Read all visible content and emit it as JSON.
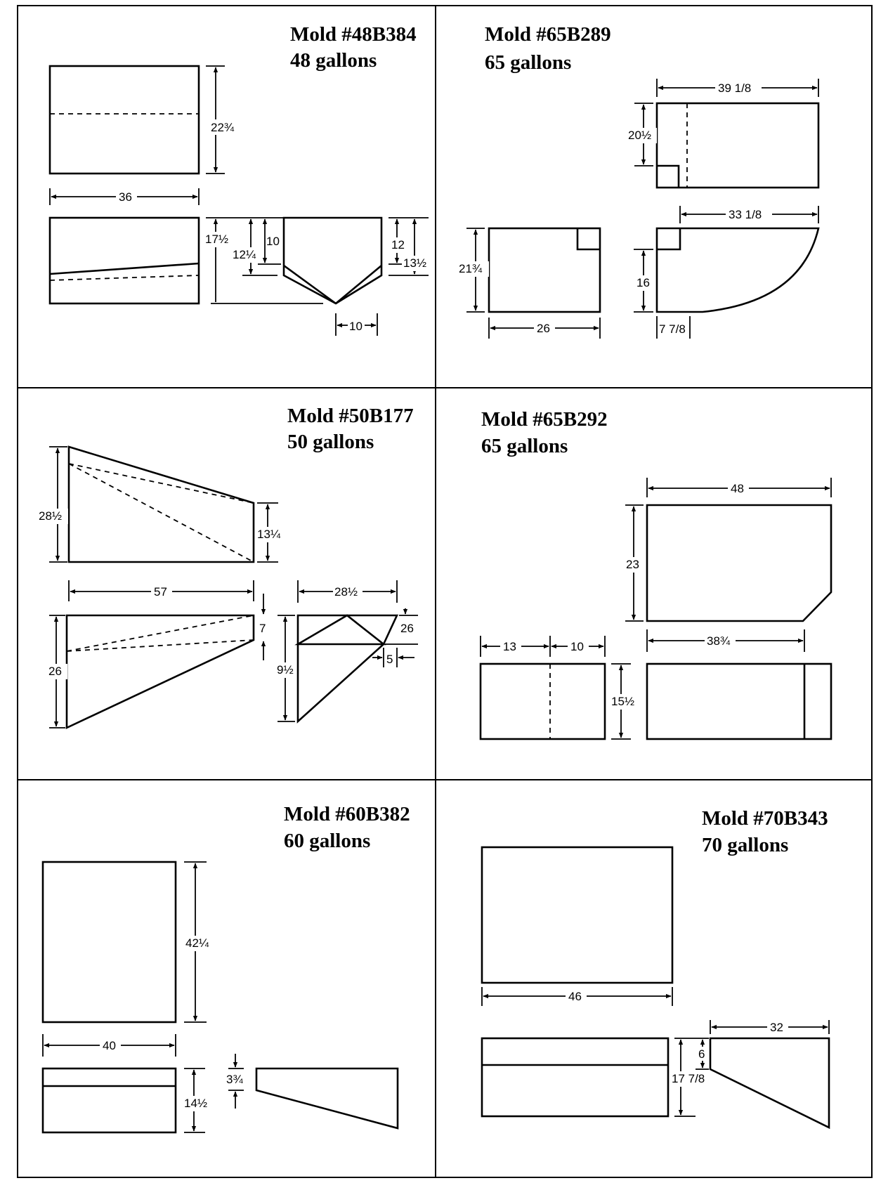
{
  "molds": [
    {
      "id": "mold-48b384",
      "name": "Mold #48B384",
      "capacity": "48 gallons",
      "dims": [
        "22¾",
        "36",
        "17½",
        "12¼",
        "10",
        "12",
        "13½",
        "10"
      ]
    },
    {
      "id": "mold-65b289",
      "name": "Mold #65B289",
      "capacity": "65 gallons",
      "dims": [
        "39 1/8",
        "20½",
        "33 1/8",
        "21¾",
        "16",
        "26",
        "7 7/8"
      ]
    },
    {
      "id": "mold-50b177",
      "name": "Mold #50B177",
      "capacity": "50 gallons",
      "dims": [
        "28½",
        "13¼",
        "57",
        "7",
        "26",
        "28½",
        "9½",
        "26",
        "5"
      ]
    },
    {
      "id": "mold-65b292",
      "name": "Mold #65B292",
      "capacity": "65 gallons",
      "dims": [
        "48",
        "23",
        "13",
        "10",
        "38¾",
        "15½"
      ]
    },
    {
      "id": "mold-60b382",
      "name": "Mold #60B382",
      "capacity": "60 gallons",
      "dims": [
        "42¼",
        "40",
        "14½",
        "3¾"
      ]
    },
    {
      "id": "mold-70b343",
      "name": "Mold #70B343",
      "capacity": "70 gallons",
      "dims": [
        "46",
        "32",
        "6",
        "17 7/8"
      ]
    }
  ]
}
